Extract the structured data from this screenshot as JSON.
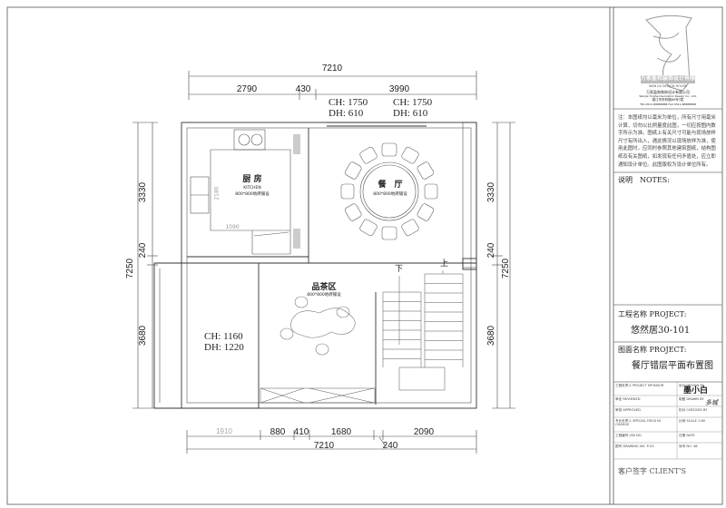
{
  "plan": {
    "top_dims": {
      "total": "7210",
      "segments": [
        "2790",
        "430",
        "3990"
      ]
    },
    "left_dims": {
      "upper": "3330",
      "mid": "240",
      "total": "7250",
      "lower": "3680"
    },
    "right_dims": {
      "upper": "3330",
      "mid": "240",
      "total": "7250",
      "lower": "3680"
    },
    "bottom_dims": {
      "segments": [
        "1910",
        "880",
        "410",
        "1680",
        "2090"
      ],
      "total": "7210",
      "extra": "240"
    },
    "windows": [
      {
        "ch": "CH: 1750",
        "dh": "DH: 610"
      },
      {
        "ch": "CH: 1750",
        "dh": "DH: 610"
      },
      {
        "ch": "CH: 1160",
        "dh": "DH: 1220"
      }
    ],
    "rooms": {
      "kitchen": {
        "name": "厨 房",
        "en": "KITCHEN",
        "floor": "800*800地砖铺设",
        "dim_w": "1090",
        "dim_h": "2180"
      },
      "dining": {
        "name": "餐　厅",
        "floor": "800*800地砖铺设"
      },
      "tea": {
        "name": "品茶区",
        "floor": "800*800地砖铺设"
      }
    },
    "stairs": {
      "down": "下",
      "up": "上"
    }
  },
  "title_block": {
    "company_en": "WAN JIA DESIGN HOUSE",
    "company_cn": "万家盈和装饰设计有限公司",
    "company_lines": [
      "万家盈和装饰设计有限公司",
      "Wanjia Yinghe Decoration Design Co., Ltd.",
      "镇江市学府路60号3层",
      "TEL 0511-88888888   FAX 0511-88888888"
    ],
    "notes_text": "注：本图纸均以毫米为单位，所有尺寸用毫米计算，切勿以比例量度此图，一切应按图内数字所示为准。图纸上有关尺寸可能与现场放样尺寸有所出入，遇此情况以现场放样为准，使用此图时，应同时参照其他建筑图纸，结构图纸及有关图纸，如发现有任何矛盾处，应立即通知设计单位。此图版权为设计单位所有。",
    "notes_label": "说明　NOTES:",
    "project_label": "工程名称 PROJECT:",
    "project_name": "悠然居30-101",
    "drawing_label": "图面名称 PROJECT:",
    "drawing_name": "餐厅错层平面布置图",
    "table": [
      [
        "工程负责人 PROJECT SPONSOR",
        "设计 DESIGN BY"
      ],
      [
        "审定 REVIEWED",
        "制图 DRAWN BY"
      ],
      [
        "审批 APPROVED",
        "校对 CHECKED BY"
      ],
      [
        "专业负责人 SPECIAL FIELD IN CHARGE",
        "比例 SCALE  1:80"
      ],
      [
        "工程编号 JOB NO.",
        "日期 DATE"
      ],
      [
        "图号 DRAWING NO.  P-03",
        "序号 NO.  48"
      ]
    ],
    "designer_signature": "墨小白",
    "drawer_signature": "多城",
    "client_label": "客户签字 CLIENT'S"
  }
}
